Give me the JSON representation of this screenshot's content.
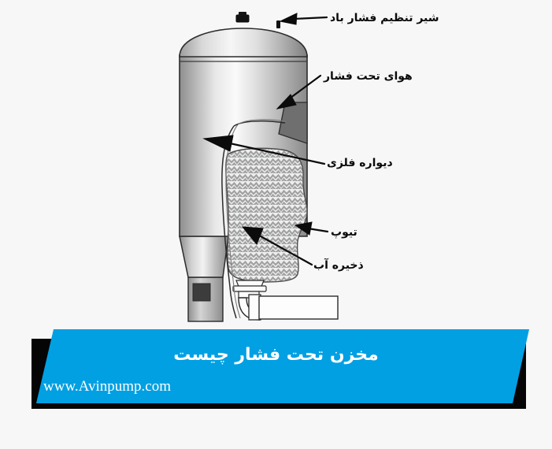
{
  "page": {
    "background_color": "#f7f7f7",
    "type": "technical-diagram",
    "subject": "pressure-tank-cutaway"
  },
  "diagram": {
    "title": "Pressure tank cutaway diagram",
    "labels": [
      {
        "id": "air-pressure-valve",
        "text": "شیر تنظیم فشار باد",
        "points_to": "top-valve-nipple"
      },
      {
        "id": "pressurized-air",
        "text": "هوای تحت فشار",
        "points_to": "air-chamber"
      },
      {
        "id": "metal-wall",
        "text": "دیواره فلزی",
        "points_to": "tank-shell-wall"
      },
      {
        "id": "tube",
        "text": "تیوپ",
        "points_to": "bladder-membrane"
      },
      {
        "id": "water-storage",
        "text": "ذخیره آب",
        "points_to": "water-reservoir"
      }
    ],
    "parts": {
      "tank_shell": "metallic-steel-cylinder",
      "valve_cap": "air-valve-cap",
      "bladder": "chevron-patterned-rubber-bladder",
      "outlet_pipe": "elbow-outlet-pipe",
      "base": "tank-base-stand"
    },
    "colors": {
      "steel_light": "#f2f2f2",
      "steel_mid": "#b9b9b9",
      "steel_dark": "#6e6e6e",
      "outline": "#1a1a1a",
      "bladder_pattern": "#9a9a9a",
      "bladder_fill": "#eceded"
    }
  },
  "banner": {
    "heading": "مخزن تحت فشار چیست",
    "url": "www.Avinpump.com",
    "blue": "#00a0e3",
    "shadow": "#050505",
    "text_color": "#ffffff"
  }
}
